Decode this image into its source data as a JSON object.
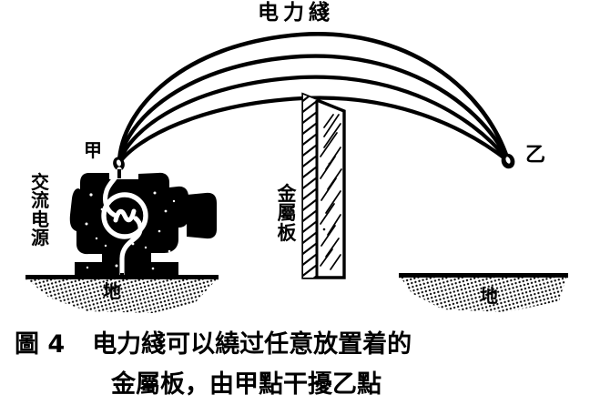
{
  "figure": {
    "top_label": "电力綫",
    "point_a_label": "甲",
    "point_b_label": "乙",
    "source_label": "交流电源",
    "source_label_chars": [
      "交",
      "流",
      "电",
      "源"
    ],
    "plate_label": "金屬板",
    "plate_label_chars": [
      "金",
      "屬",
      "板"
    ],
    "ground_left_label": "地",
    "ground_right_label": "地",
    "ac_symbol": "∿"
  },
  "caption": {
    "figure_number": "圖 4",
    "line1": "电力綫可以繞过任意放置着的",
    "line2": "金屬板，由甲點干擾乙點"
  },
  "colors": {
    "ink": "#000000",
    "paper": "#ffffff"
  }
}
